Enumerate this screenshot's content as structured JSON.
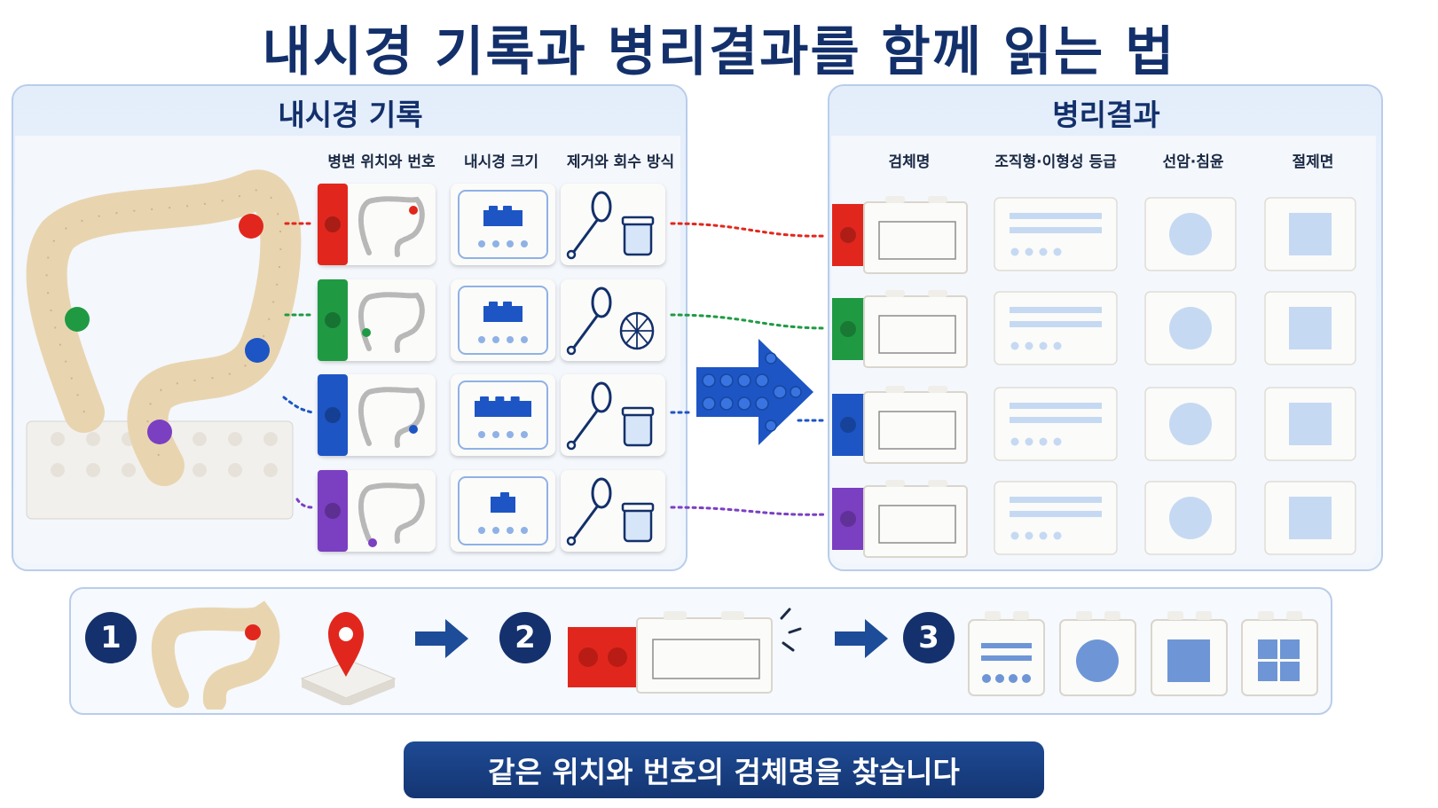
{
  "title": "내시경 기록과 병리결과를 함께 읽는 법",
  "endoscopy_panel": {
    "title": "내시경 기록",
    "columns": [
      "병변 위치와 번호",
      "내시경 크기",
      "제거와 회수 방식"
    ]
  },
  "pathology_panel": {
    "title": "병리결과",
    "columns": [
      "검체명",
      "조직형·이형성 등급",
      "선암·침윤",
      "절제면"
    ]
  },
  "rows": [
    {
      "color": "#e1271d",
      "retrieval_icon": "jar-icon",
      "size_icon": "brick-2x4-icon"
    },
    {
      "color": "#1f9a43",
      "retrieval_icon": "basket-icon",
      "size_icon": "brick-2x4-icon"
    },
    {
      "color": "#1d55c4",
      "retrieval_icon": "jar-icon",
      "size_icon": "brick-2x6-icon"
    },
    {
      "color": "#7b3fc2",
      "retrieval_icon": "jar-icon",
      "size_icon": "brick-1x2-icon"
    }
  ],
  "steps": [
    "1",
    "2",
    "3"
  ],
  "banner": "같은 위치와 번호의 검체명을 찾습니다",
  "colors": {
    "navy": "#13306b",
    "panel_border": "#b9cdea",
    "tan": "#e8d5b0",
    "placeholder_blue": "#c6d9f2"
  }
}
